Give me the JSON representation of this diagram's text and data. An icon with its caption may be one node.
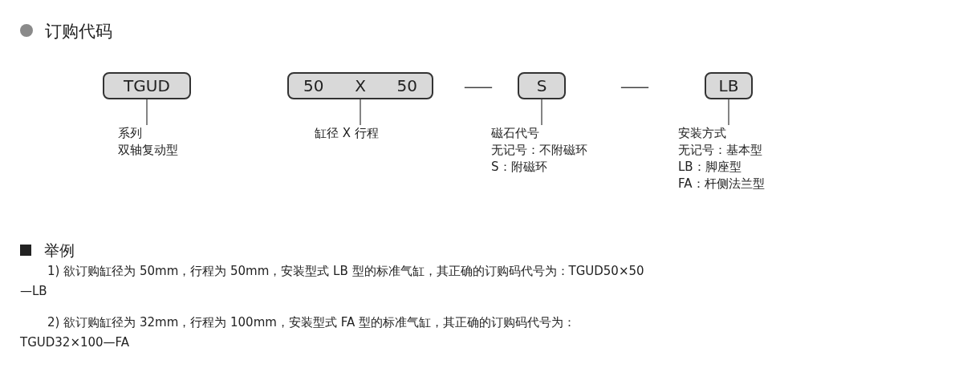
{
  "diagram": {
    "title": "订购代码",
    "nodes": [
      {
        "text": [
          "TGUD"
        ]
      },
      {
        "text": [
          "50",
          "X",
          "50"
        ]
      },
      {
        "text": [
          "S"
        ]
      },
      {
        "text": [
          "LB"
        ]
      },
      {
        "text": [
          "系列",
          "双轴复动型"
        ]
      },
      {
        "text": [
          "缸径 X 行程"
        ]
      },
      {
        "text": [
          "磁石代号",
          "无记号：不附磁环",
          "S：附磁环"
        ]
      },
      {
        "text": [
          "安装方式",
          "无记号：基本型",
          "LB：脚座型",
          "FA：杆侧法兰型"
        ]
      }
    ],
    "edges": [
      {
        "from": 0,
        "to": 4,
        "arrow": "none"
      },
      {
        "from": 1,
        "to": 5,
        "arrow": "none"
      },
      {
        "from": 2,
        "to": 6,
        "arrow": "none"
      },
      {
        "from": 3,
        "to": 7,
        "arrow": "none"
      }
    ],
    "labels": [
      "—",
      "—",
      "举例",
      "1) 欲订购缸径为 50mm，行程为 50mm，安装型式 LB 型的标准气缸，其正确的订购码代号为：TGUD50×50—LB",
      "2) 欲订购缸径为 32mm，行程为 100mm，安装型式 FA 型的标准气缸，其正确的订购码代号为：TGUD32×100—FA"
    ]
  }
}
